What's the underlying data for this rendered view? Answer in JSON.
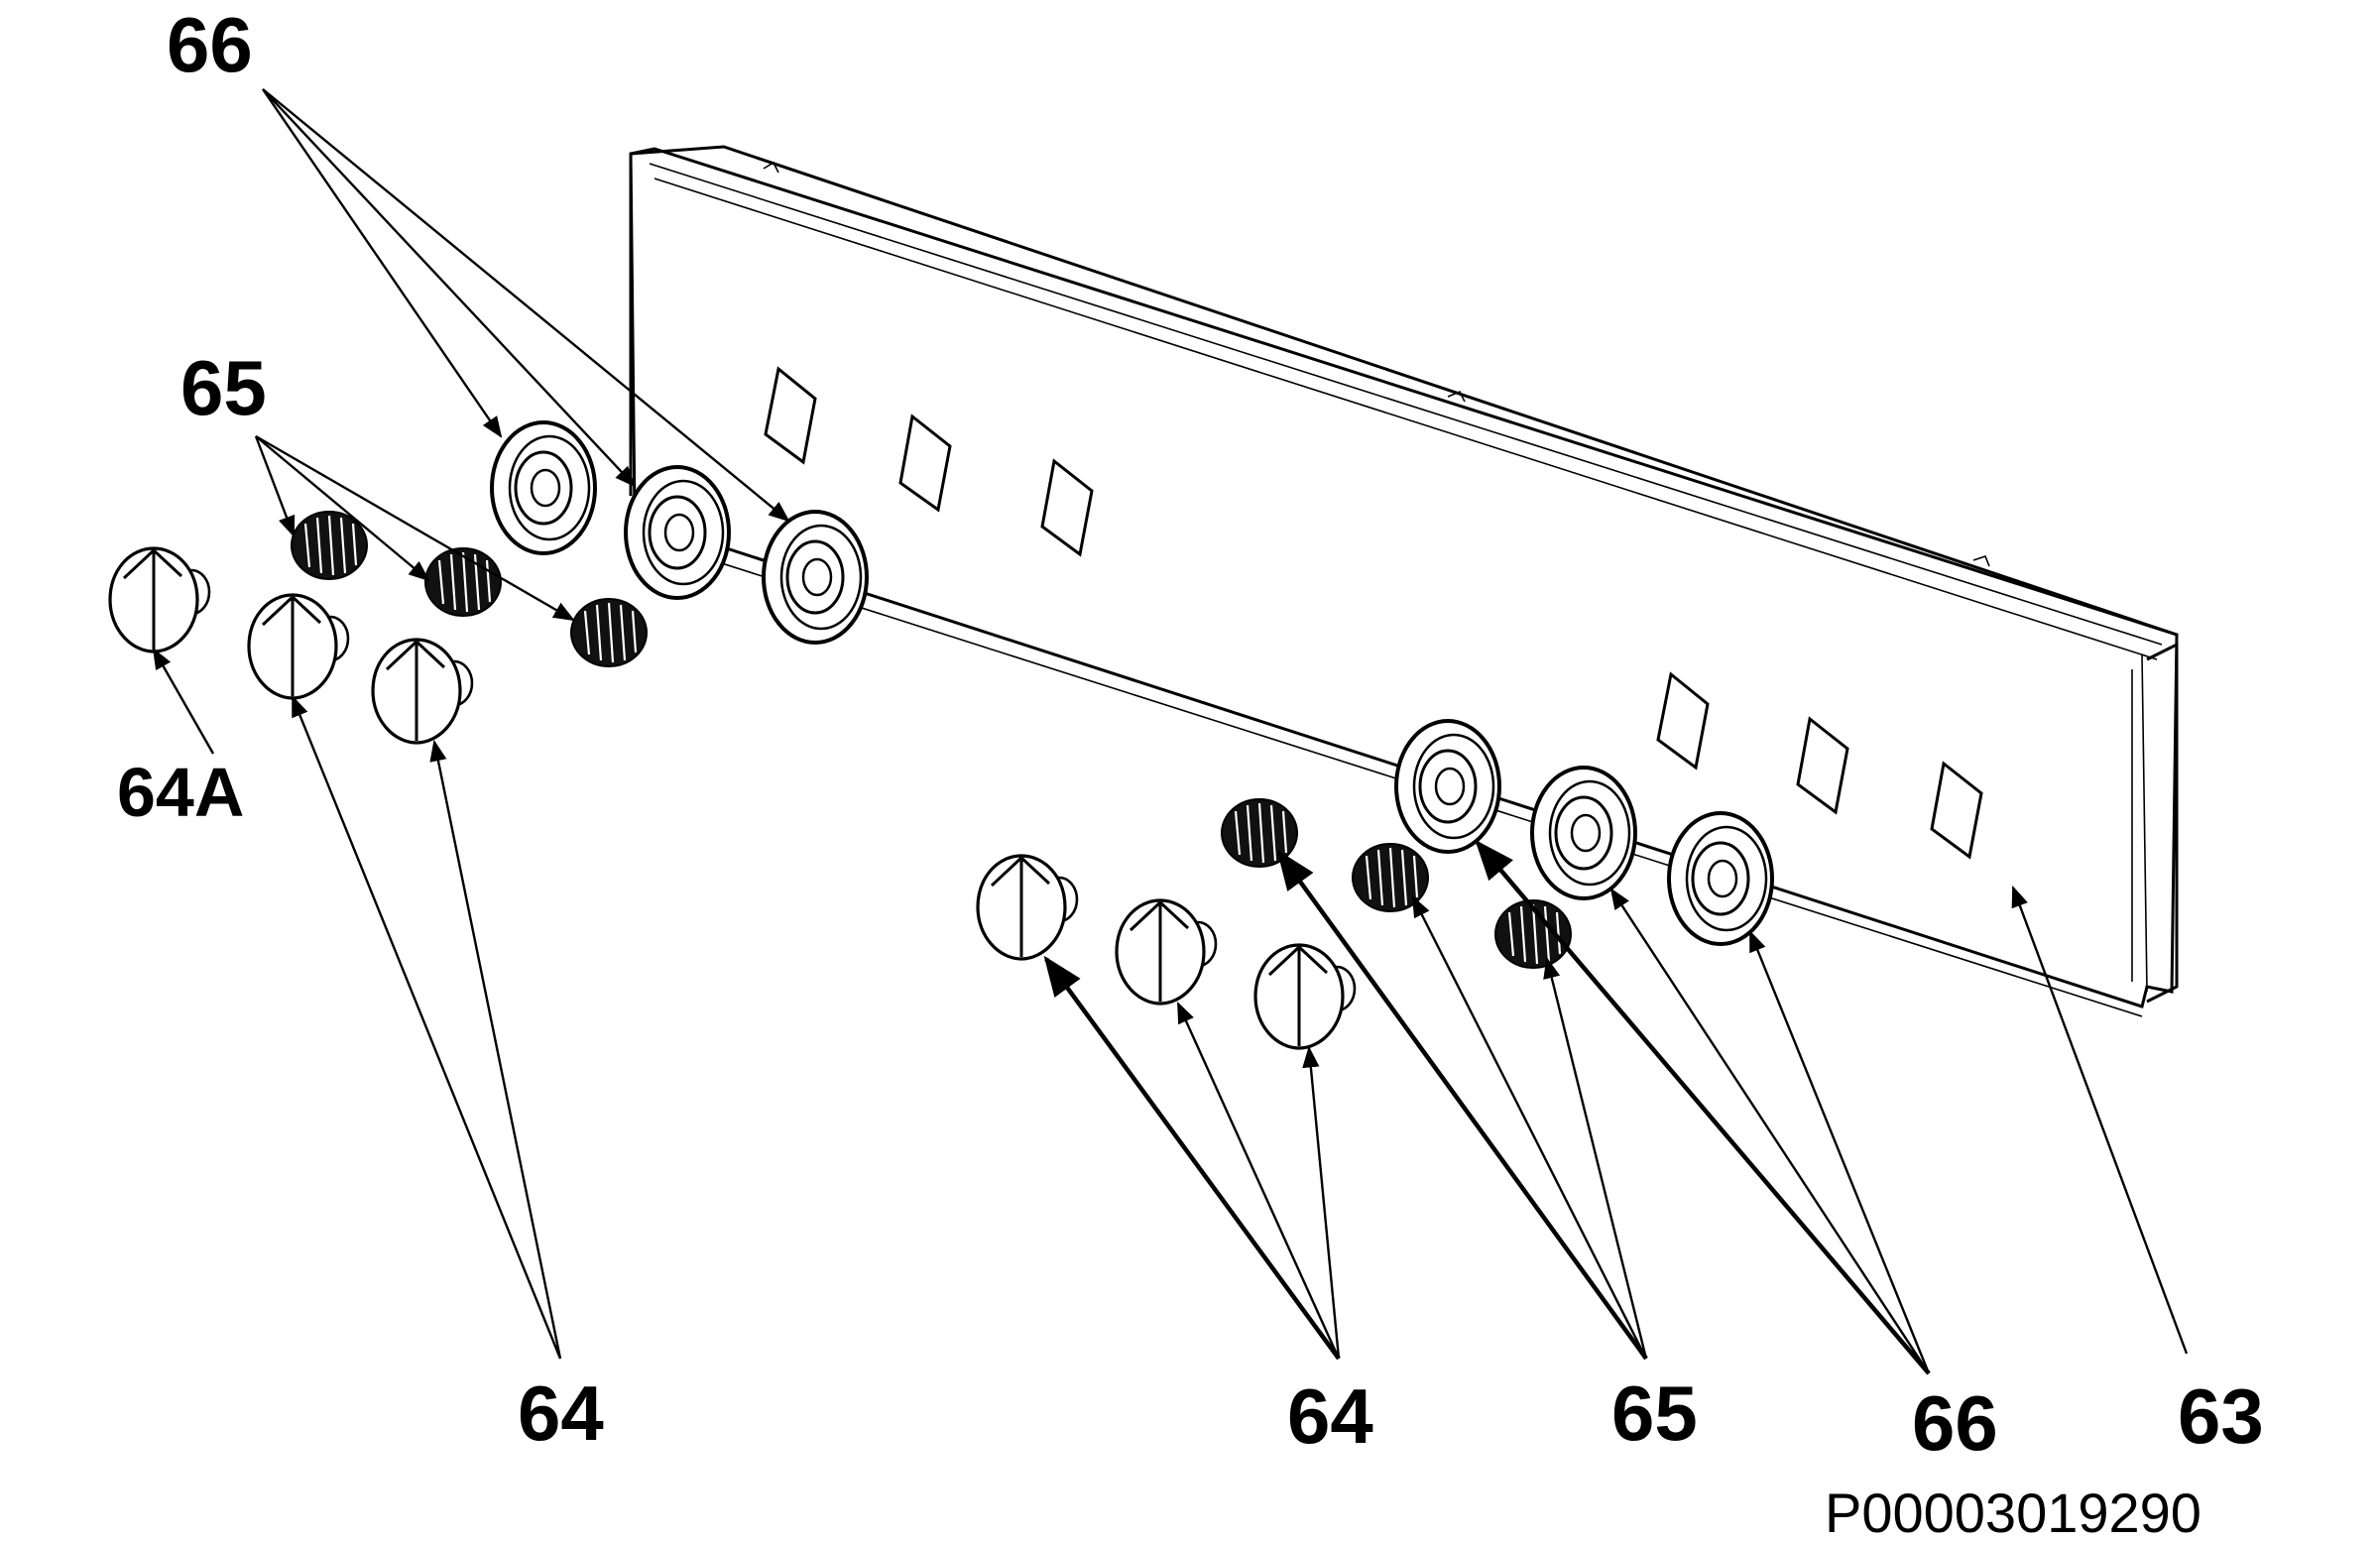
{
  "callouts": {
    "label_66_top": "66",
    "label_65_top": "65",
    "label_64a": "64A",
    "label_64_left": "64",
    "label_64_right": "64",
    "label_65_right": "65",
    "label_66_right": "66",
    "label_63": "63"
  },
  "reference_code": "P00003019290"
}
